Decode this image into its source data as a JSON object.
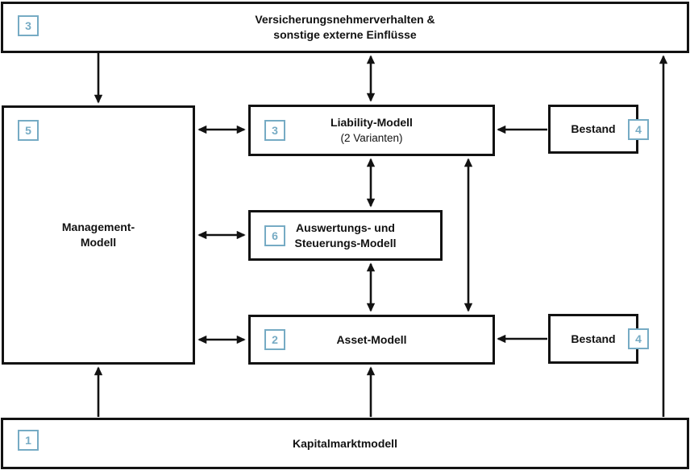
{
  "colors": {
    "ink": "#121212",
    "badge_blue": "#76abc4",
    "background": "#ffffff"
  },
  "boxes": {
    "external_influences": {
      "badge": "3",
      "line1": "Versicherungsnehmerverhalten &",
      "line2": "sonstige externe Einflüsse"
    },
    "management": {
      "badge": "5",
      "line1": "Management-",
      "line2": "Modell"
    },
    "liability": {
      "badge": "3",
      "title": "Liability-Modell",
      "subtitle": "(2 Varianten)"
    },
    "evaluation": {
      "badge": "6",
      "line1": "Auswertungs- und",
      "line2": "Steuerungs-Modell"
    },
    "asset": {
      "badge": "2",
      "title": "Asset-Modell"
    },
    "bestand_top": {
      "badge": "4",
      "title": "Bestand"
    },
    "bestand_bottom": {
      "badge": "4",
      "title": "Bestand"
    },
    "capital_market": {
      "badge": "1",
      "title": "Kapitalmarktmodell"
    }
  }
}
